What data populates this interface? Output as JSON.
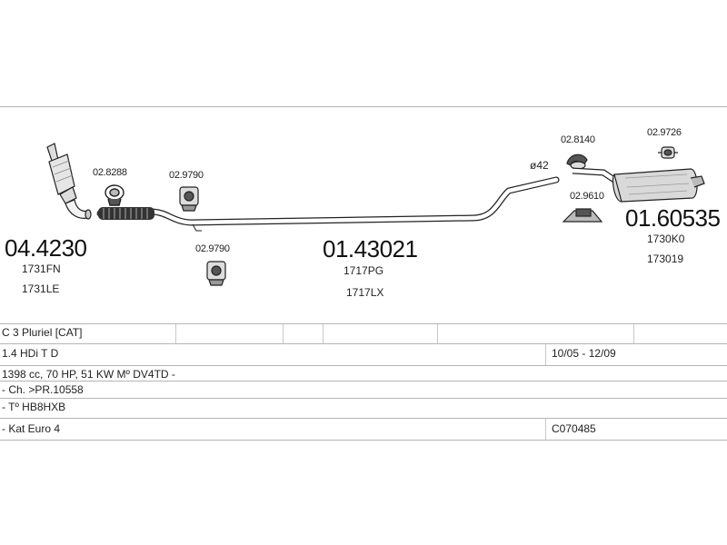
{
  "parts": {
    "catalyst": {
      "code": "04.4230",
      "refs": [
        "1731FN",
        "1731LE"
      ]
    },
    "clamp_front": {
      "code": "02.8288"
    },
    "hanger_front_top": {
      "code": "02.9790"
    },
    "hanger_front_bottom": {
      "code": "02.9790"
    },
    "middle_pipe": {
      "code": "01.43021",
      "refs": [
        "1717PG",
        "1717LX"
      ]
    },
    "pipe_diameter": "ø42",
    "clamp_rear": {
      "code": "02.8140"
    },
    "hanger_rear_bottom": {
      "code": "02.9610"
    },
    "hanger_rear_top": {
      "code": "02.9726"
    },
    "rear_silencer": {
      "code": "01.60535",
      "refs": [
        "1730K0",
        "173019"
      ]
    }
  },
  "table": {
    "row1": {
      "col1": "C 3 Pluriel  [CAT]"
    },
    "row2": {
      "col1": "1.4 HDi T D",
      "col2": "10/05 - 12/09"
    },
    "row3": {
      "col1": "1398 cc, 70 HP, 51 KW Mº DV4TD -"
    },
    "row4": {
      "col1": "- Ch. >PR.10558"
    },
    "row5": {
      "col1": "- Tº HB8HXB"
    },
    "row6": {
      "col1": "- Kat Euro 4",
      "col2": "C070485"
    }
  }
}
